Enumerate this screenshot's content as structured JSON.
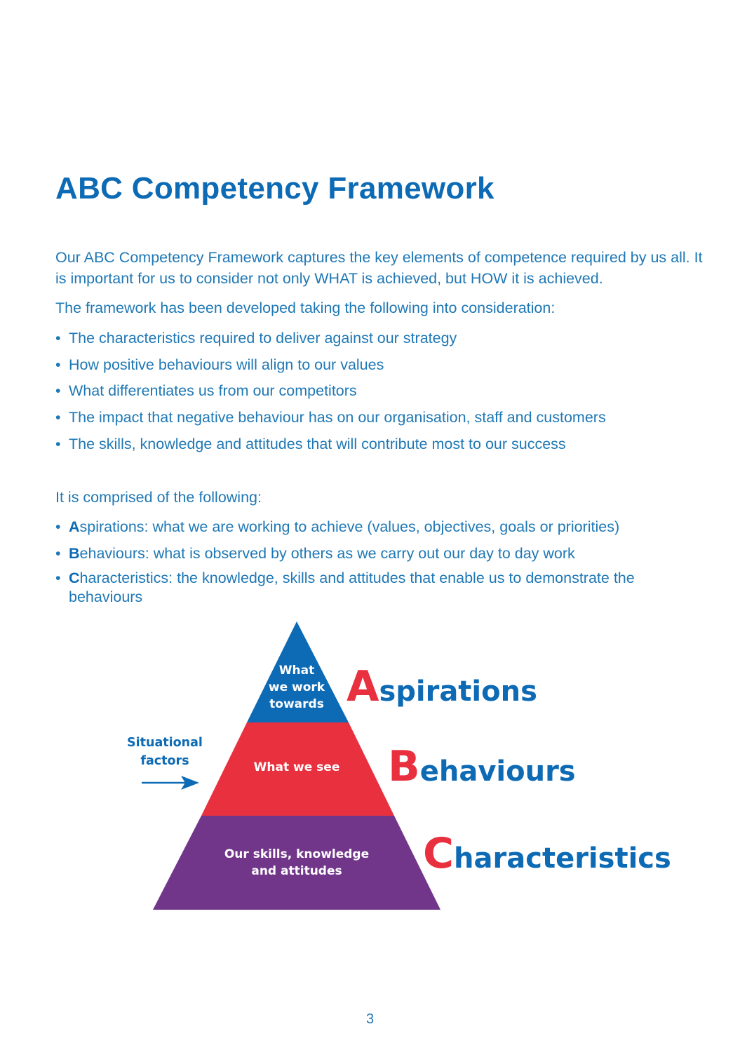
{
  "page": {
    "title": "ABC Competency Framework",
    "intro": "Our ABC Competency Framework captures the key elements of competence required by us all.  It is important for us to consider not only WHAT is achieved, but HOW it is achieved.",
    "considerations_lead": "The framework has been developed taking the following into consideration:",
    "considerations": [
      "The characteristics required to deliver against our strategy",
      "How positive behaviours will align to our values",
      "What differentiates us from our competitors",
      "The impact that negative behaviour has on our organisation, staff and customers",
      "The skills, knowledge and attitudes that will contribute most to our success"
    ],
    "components_lead": "It is comprised of the following:",
    "components": [
      {
        "initial": "A",
        "rest": "spirations: what we are working to achieve (values, objectives, goals or priorities)"
      },
      {
        "initial": "B",
        "rest": "ehaviours: what is observed by others as we carry out our day to day work"
      },
      {
        "initial": "C",
        "rest": "haracteristics: the knowledge, skills and attitudes that enable us to demonstrate the behaviours"
      }
    ],
    "page_number": "3"
  },
  "diagram": {
    "type": "pyramid",
    "side_label": "Situational factors",
    "side_label_lines": [
      "Situational",
      "factors"
    ],
    "tiers": [
      {
        "level": "top",
        "label": "What we work towards",
        "lines": [
          "What",
          "we work",
          "towards"
        ],
        "color": "#0d6ab4",
        "heading_initial": "A",
        "heading_rest": "spirations"
      },
      {
        "level": "middle",
        "label": "What we see",
        "lines": [
          "What we see"
        ],
        "color": "#e8303f",
        "heading_initial": "B",
        "heading_rest": "ehaviours"
      },
      {
        "level": "bottom",
        "label": "Our skills, knowledge and attitudes",
        "lines": [
          "Our skills, knowledge",
          "and attitudes"
        ],
        "color": "#71368a",
        "heading_initial": "C",
        "heading_rest": "haracteristics"
      }
    ]
  },
  "colors": {
    "heading_blue": "#0d6ab4",
    "body_blue": "#1f78b5",
    "accent_red": "#e8303f",
    "purple": "#71368a",
    "background": "#ffffff"
  }
}
